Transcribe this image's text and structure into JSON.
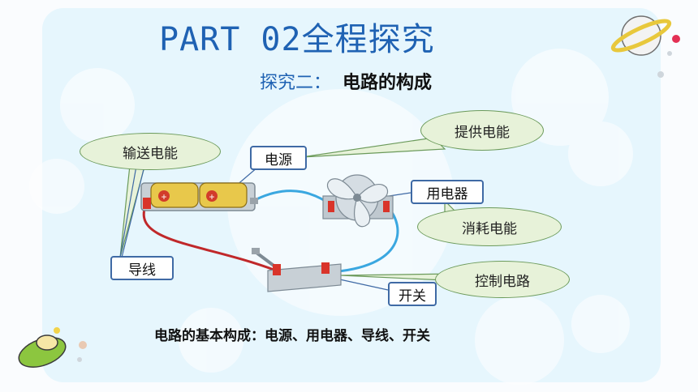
{
  "title": "PART  02全程探究",
  "subtitle": {
    "prefix": "探究二：",
    "topic": "电路的构成"
  },
  "callouts": {
    "deliver_energy": "输送电能",
    "provide_energy": "提供电能",
    "consume_energy": "消耗电能",
    "control_circuit": "控制电路"
  },
  "labels": {
    "power_source": "电源",
    "appliance": "用电器",
    "wire": "导线",
    "switch": "开关"
  },
  "summary": "电路的基本构成：电源、用电器、导线、开关",
  "colors": {
    "title": "#1f62b3",
    "label_border": "#3f6aa5",
    "bubble_fill": "#e7f2d9",
    "wire_red": "#c0282a",
    "wire_blue": "#3aa7e0"
  }
}
